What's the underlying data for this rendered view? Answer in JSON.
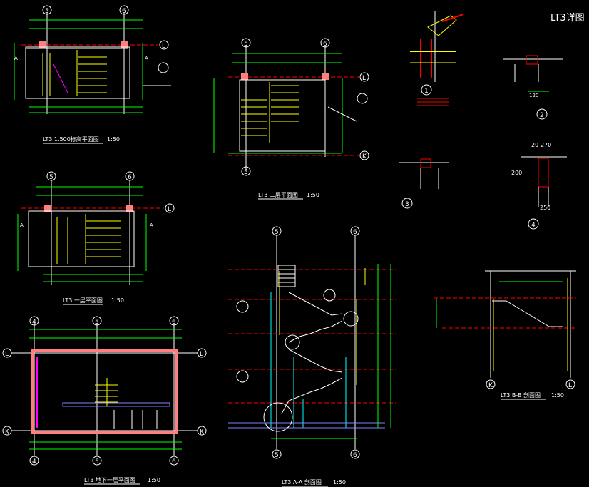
{
  "sheet": {
    "title": "LT3详图",
    "colors": {
      "background": "#000000",
      "axis": "#ffffff",
      "dim": "#00ff00",
      "wall": "#ffffff",
      "stair": "#ffff00",
      "grid_dash": "#ff0000",
      "column": "#ff7f7f",
      "rebar": "#ff0000",
      "section_line": "#8080ff",
      "cyan": "#00ffff",
      "magenta": "#ff00ff",
      "yellow": "#ffff00"
    }
  },
  "views": {
    "plan_1500": {
      "caption": "LT3  1.500标高平面图",
      "scale": "1:50",
      "axes_top": [
        "5",
        "6"
      ],
      "axes_side": [
        "L"
      ],
      "section_marks": [
        "A",
        "A"
      ]
    },
    "plan_floor2": {
      "caption": "LT3  二层平面图",
      "scale": "1:50",
      "axes_top": [
        "5",
        "6"
      ],
      "axes_bottom": [
        "5"
      ],
      "axes_side": [
        "L",
        "K"
      ]
    },
    "plan_floor1": {
      "caption": "LT3  一层平面图",
      "scale": "1:50",
      "axes_top": [
        "5",
        "6"
      ],
      "axes_side": [
        "L"
      ],
      "section_marks": [
        "A",
        "A"
      ]
    },
    "plan_base": {
      "caption": "LT3  地下一层平面图",
      "scale": "1:50",
      "axes_top": [
        "4",
        "5",
        "6"
      ],
      "axes_bottom": [
        "4",
        "5",
        "6"
      ],
      "axes_side": [
        "L",
        "K"
      ]
    },
    "section_aa": {
      "caption": "LT3  A-A  剖面图",
      "scale": "1:50",
      "axes_top": [
        "5",
        "6"
      ],
      "axes_bottom": [
        "5",
        "6"
      ]
    },
    "section_bb": {
      "caption": "LT3  B-B  剖面图",
      "scale": "1:50",
      "axes_bottom": [
        "K",
        "L"
      ]
    },
    "detail_1": {
      "label": "1"
    },
    "detail_2": {
      "label": "2",
      "dims": [
        "120"
      ]
    },
    "detail_3": {
      "label": "3"
    },
    "detail_4": {
      "label": "4",
      "dims": [
        "20",
        "270",
        "250",
        "200"
      ]
    }
  }
}
